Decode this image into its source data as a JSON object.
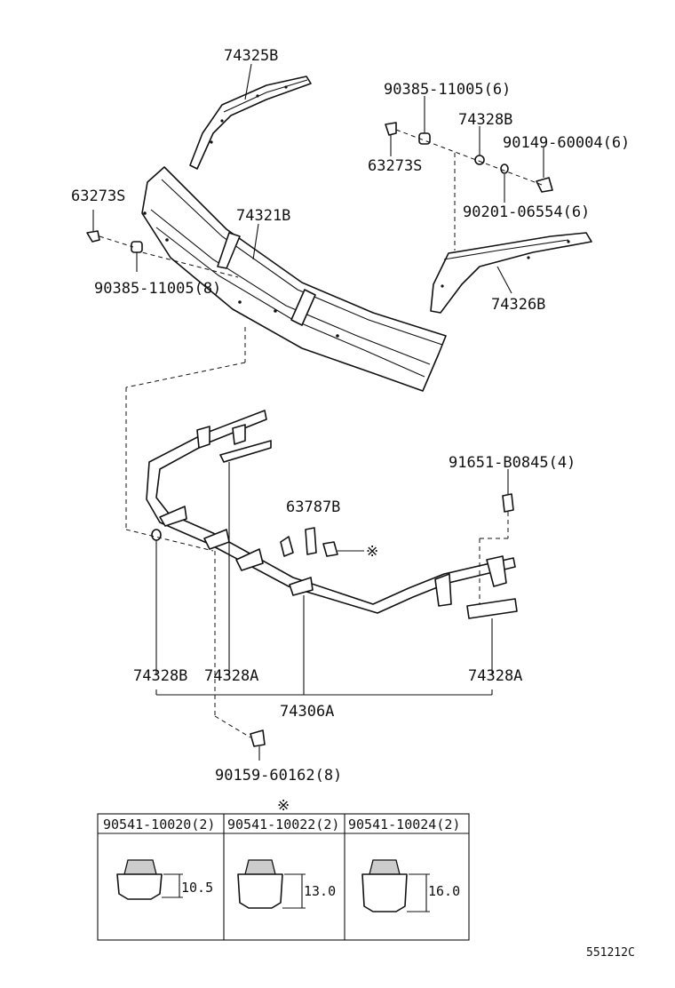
{
  "labels": {
    "p74325B": "74325B",
    "p90385_top": "90385-11005(6)",
    "p74328B_top": "74328B",
    "p90149": "90149-60004(6)",
    "p63273S_right": "63273S",
    "p90201": "90201-06554(6)",
    "p63273S_left": "63273S",
    "p74321B": "74321B",
    "p90385_left": "90385-11005(8)",
    "p74326B": "74326B",
    "p91651": "91651-B0845(4)",
    "p63787B": "63787B",
    "mark": "※",
    "p74328B_bottom": "74328B",
    "p74328A_left": "74328A",
    "p74328A_right": "74328A",
    "p74306A": "74306A",
    "p90159": "90159-60162(8)",
    "table_mark": "※"
  },
  "table": {
    "columns": [
      {
        "part": "90541-10020(2)",
        "dimension": "10.5"
      },
      {
        "part": "90541-10022(2)",
        "dimension": "13.0"
      },
      {
        "part": "90541-10024(2)",
        "dimension": "16.0"
      }
    ]
  },
  "diagram_code": "551212C"
}
